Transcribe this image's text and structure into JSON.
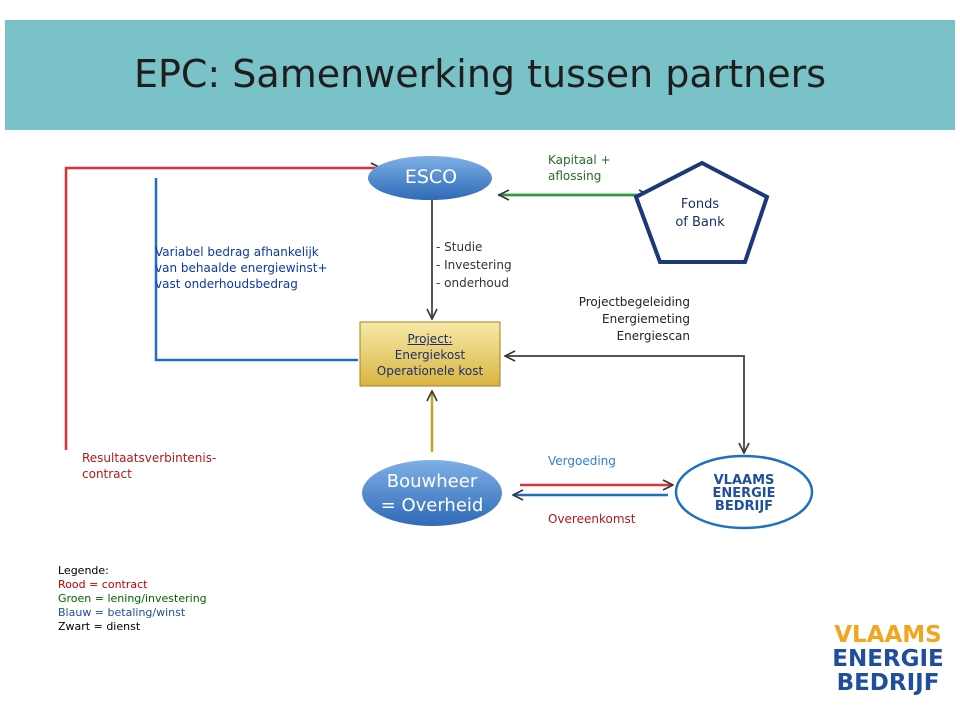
{
  "title": "EPC: Samenwerking tussen partners",
  "nodes": {
    "esco": "ESCO",
    "fonds": [
      "Fonds",
      "of Bank"
    ],
    "project": [
      "Project:",
      "Energiekost",
      "Operationele kost"
    ],
    "bouwheer": [
      "Bouwheer",
      "= Overheid"
    ],
    "logo_small": [
      "VLAAMS",
      "ENERGIE",
      "BEDRIJF"
    ],
    "logo_large": [
      "VLAAMS",
      "ENERGIE",
      "BEDRIJF"
    ]
  },
  "labels": {
    "kapitaal": [
      "Kapitaal +",
      "aflossing"
    ],
    "esco_services": [
      "- Studie",
      "- Investering",
      "- onderhoud"
    ],
    "variabel": [
      "Variabel bedrag afhankelijk",
      "van behaalde energiewinst+",
      "vast onderhoudsbedrag"
    ],
    "begeleiding": [
      "Projectbegeleiding",
      "Energiemeting",
      "Energiescan"
    ],
    "resultaat": [
      "Resultaatsverbintenis-",
      "contract"
    ],
    "vergoeding": "Vergoeding",
    "overeenkomst": "Overeenkomst"
  },
  "legend": {
    "title": "Legende:",
    "items": [
      {
        "text": "Rood = contract",
        "color": "#c00000"
      },
      {
        "text": "Groen = lening/investering",
        "color": "#006400"
      },
      {
        "text": "Blauw = betaling/winst",
        "color": "#1f4e9e"
      },
      {
        "text": "Zwart = dienst",
        "color": "#000000"
      }
    ]
  },
  "colors": {
    "red": "#e0303a",
    "green": "#2e9a3e",
    "blue": "#1f6fc0",
    "black": "#555555",
    "gold": "#c8a021",
    "header": "#79c2c8",
    "logo_blue": "#1f4e9e",
    "logo_orange": "#f3a51d"
  }
}
